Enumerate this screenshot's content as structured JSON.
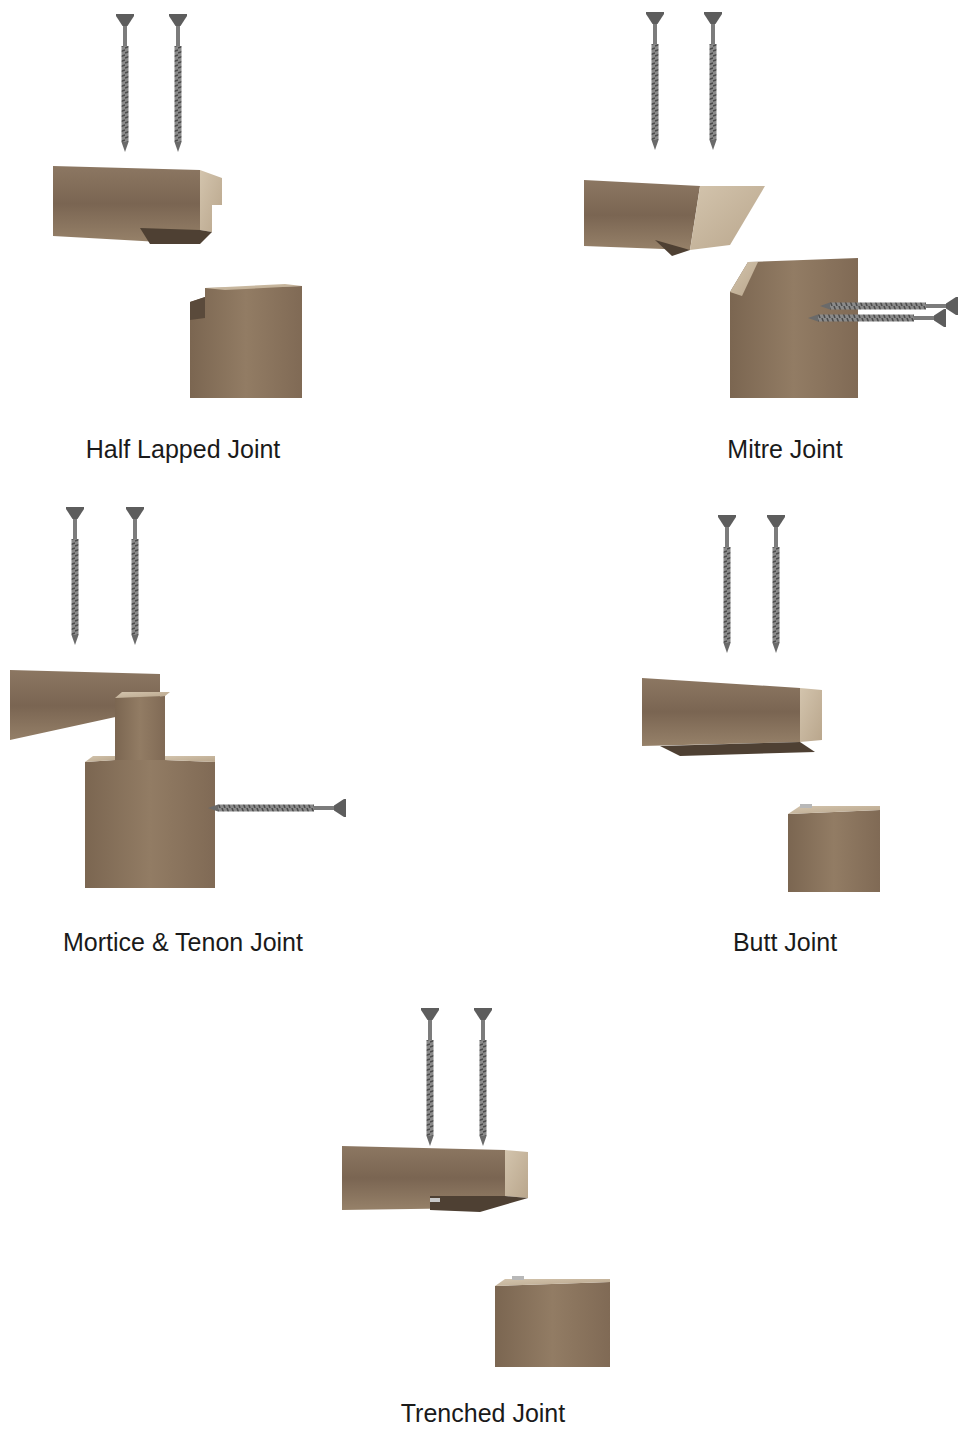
{
  "diagram": {
    "labels": [
      "Half Lapped Joint",
      "Mitre Joint",
      "Mortice & Tenon Joint",
      "Butt Joint",
      "Trenched Joint"
    ]
  }
}
